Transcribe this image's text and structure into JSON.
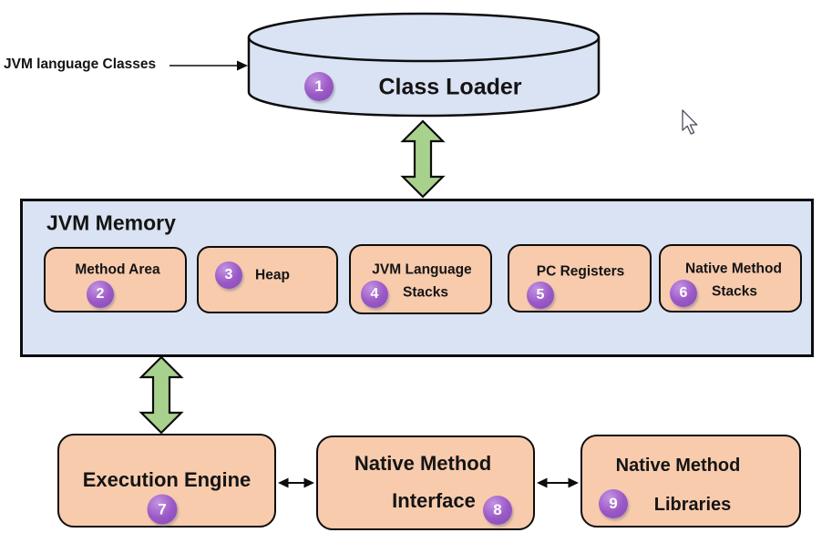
{
  "input_label": "JVM language Classes",
  "class_loader": {
    "badge": "1",
    "label": "Class Loader"
  },
  "jvm_memory": {
    "title": "JVM Memory",
    "components": [
      {
        "badge": "2",
        "label": "Method Area"
      },
      {
        "badge": "3",
        "label": "Heap"
      },
      {
        "badge": "4",
        "line1": "JVM Language",
        "line2": "Stacks"
      },
      {
        "badge": "5",
        "label": "PC Registers"
      },
      {
        "badge": "6",
        "line1": "Native Method",
        "line2": "Stacks"
      }
    ]
  },
  "execution_row": [
    {
      "badge": "7",
      "label": "Execution Engine"
    },
    {
      "badge": "8",
      "line1": "Native Method",
      "line2": "Interface"
    },
    {
      "badge": "9",
      "line1": "Native Method",
      "line2": "Libraries"
    }
  ],
  "colors": {
    "container_fill": "#dae3f3",
    "component_fill": "#f8cbad",
    "arrow_green": "#a9d18e",
    "badge_purple": "#9b59c6",
    "outline": "#0d0d0d"
  }
}
